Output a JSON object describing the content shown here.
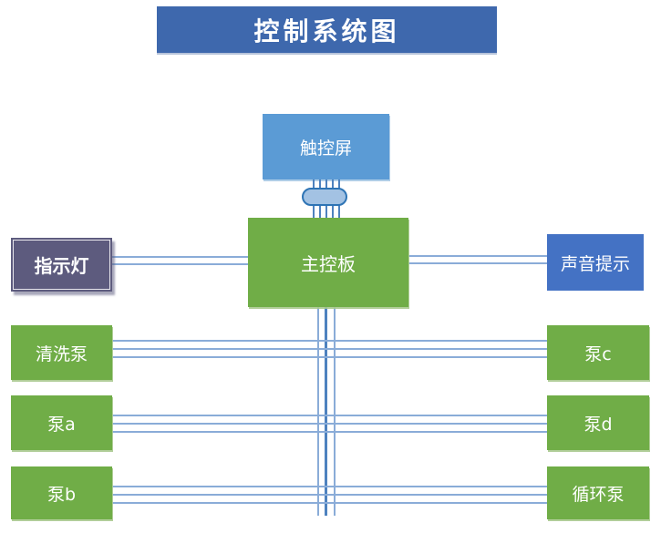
{
  "title": "控制系统图",
  "nodes": {
    "touchscreen": "触控屏",
    "mainboard": "主控板",
    "indicator": "指示灯",
    "sound": "声音提示",
    "pump_wash": "清洗泵",
    "pump_a": "泵a",
    "pump_b": "泵b",
    "pump_c": "泵c",
    "pump_d": "泵d",
    "pump_cycle": "循环泵"
  },
  "edges": [
    {
      "from": "触控屏",
      "to": "主控板",
      "wires": 5,
      "via": "round-connector"
    },
    {
      "from": "主控板",
      "to": "指示灯",
      "wires": 2
    },
    {
      "from": "主控板",
      "to": "声音提示",
      "wires": 2
    },
    {
      "from": "主控板",
      "to": "vertical-bus",
      "wires": 3
    },
    {
      "from": "清洗泵",
      "to": "泵c",
      "wires": 3
    },
    {
      "from": "泵a",
      "to": "泵d",
      "wires": 3
    },
    {
      "from": "泵b",
      "to": "循环泵",
      "wires": 3
    }
  ],
  "colors": {
    "title_blue": "#3e68ad",
    "accent_blue": "#4472c4",
    "light_blue": "#5b9bd5",
    "green": "#70ad47",
    "purple": "#5d5b7e",
    "wire": "#8aacd8",
    "wire_dark": "#4e82bf",
    "connector_fill": "#a3c2e3",
    "connector_border": "#2e74b5",
    "text": "#ffffff"
  }
}
